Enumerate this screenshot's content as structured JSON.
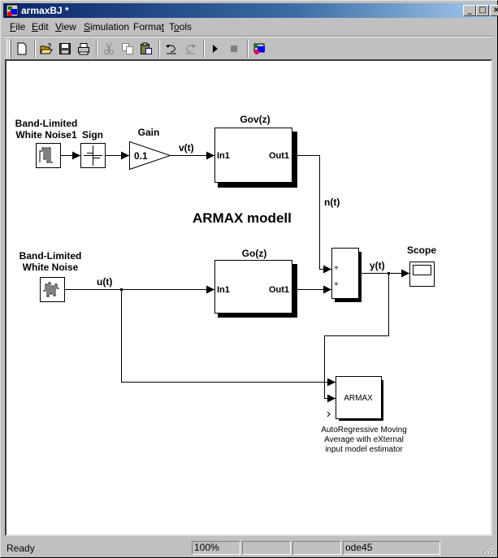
{
  "window": {
    "title": "armaxBJ *",
    "controls": {
      "minimize": "_",
      "maximize": "□",
      "close": "×"
    }
  },
  "menubar": {
    "items": [
      {
        "label": "File",
        "accel": "F",
        "rest": "ile"
      },
      {
        "label": "Edit",
        "accel": "E",
        "rest": "dit"
      },
      {
        "label": "View",
        "accel": "V",
        "rest": "iew"
      },
      {
        "label": "Simulation",
        "accel": "S",
        "rest": "imulation"
      },
      {
        "label": "Format",
        "pre": "Forma",
        "accel": "t",
        "rest": ""
      },
      {
        "label": "Tools",
        "pre": "T",
        "accel": "o",
        "rest": "ols"
      }
    ]
  },
  "toolbar": {
    "buttons": [
      {
        "name": "new-icon",
        "enabled": true
      },
      {
        "name": "open-icon",
        "enabled": true
      },
      {
        "name": "save-icon",
        "enabled": true
      },
      {
        "name": "print-icon",
        "enabled": true
      },
      {
        "name": "cut-icon",
        "enabled": false
      },
      {
        "name": "copy-icon",
        "enabled": false
      },
      {
        "name": "paste-icon",
        "enabled": true
      },
      {
        "name": "undo-icon",
        "enabled": true
      },
      {
        "name": "redo-icon",
        "enabled": false
      },
      {
        "name": "start-simulation-icon",
        "enabled": true
      },
      {
        "name": "stop-simulation-icon",
        "enabled": false
      },
      {
        "name": "library-browser-icon",
        "enabled": true
      }
    ]
  },
  "diagram": {
    "title": "ARMAX modell",
    "blocks": {
      "noise1": {
        "label_line1": "Band-Limited",
        "label_line2": "White Noise1"
      },
      "sign": {
        "label": "Sign"
      },
      "gain": {
        "label": "Gain",
        "value": "0.1"
      },
      "gov": {
        "label": "Gov(z)",
        "in": "In1",
        "out": "Out1"
      },
      "noise": {
        "label_line1": "Band-Limited",
        "label_line2": "White Noise"
      },
      "go": {
        "label": "Go(z)",
        "in": "In1",
        "out": "Out1"
      },
      "sum": {
        "sign1": "+",
        "sign2": "+"
      },
      "scope": {
        "label": "Scope"
      },
      "armax": {
        "text": "ARMAX",
        "desc_line1": "AutoRegressive Moving",
        "desc_line2": "Average with eXternal",
        "desc_line3": "input model estimator"
      }
    },
    "signals": {
      "v": "v(t)",
      "n": "n(t)",
      "u": "u(t)",
      "y": "y(t)"
    }
  },
  "statusbar": {
    "status": "Ready",
    "zoom": "100%",
    "field3": "",
    "field4": "",
    "solver": "ode45"
  }
}
